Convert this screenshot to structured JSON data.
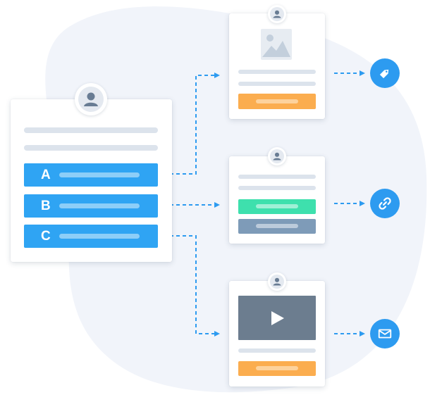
{
  "options": [
    {
      "letter": "A"
    },
    {
      "letter": "B"
    },
    {
      "letter": "C"
    }
  ],
  "icons": {
    "top": "tag-icon",
    "middle": "link-icon",
    "bottom": "envelope-icon"
  },
  "colors": {
    "option_blue": "#2fa4f3",
    "orange_button": "#fbad4f",
    "green_button": "#3ee0ad",
    "slate_button": "#7e9bb8",
    "video_bg": "#6c7d8f",
    "icon_blue": "#2d9bf0",
    "connector": "#2d9bf0"
  }
}
